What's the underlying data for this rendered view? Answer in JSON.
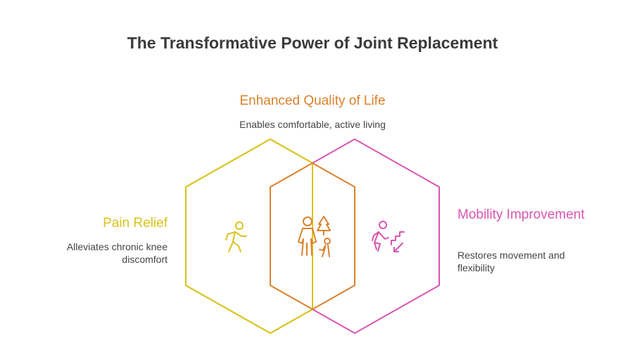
{
  "title": "The Transformative Power of Joint Replacement",
  "colors": {
    "title": "#3a3a3a",
    "pain_relief": "#d9c31c",
    "quality_of_life": "#d9812b",
    "mobility": "#d955b0",
    "description_text": "#444444"
  },
  "sections": {
    "quality_of_life": {
      "heading": "Enhanced Quality of Life",
      "description": "Enables comfortable, active living",
      "icon": "family-outdoors-icon"
    },
    "pain_relief": {
      "heading": "Pain Relief",
      "description": "Alleviates chronic knee discomfort",
      "icon": "walking-person-icon"
    },
    "mobility": {
      "heading": "Mobility Improvement",
      "description": "Restores movement and flexibility",
      "icon": "person-climbing-stairs-icon"
    }
  }
}
